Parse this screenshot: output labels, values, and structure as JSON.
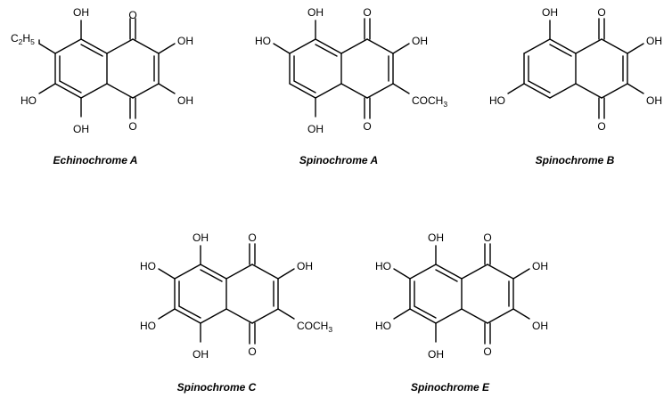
{
  "labels": {
    "OH": "OH",
    "HO": "HO",
    "O": "O",
    "C": "C",
    "H": "H",
    "two": "2",
    "five": "5",
    "COCH": "COCH",
    "three": "3"
  },
  "compounds": [
    {
      "name": "Echinochrome A"
    },
    {
      "name": "Spinochrome A"
    },
    {
      "name": "Spinochrome B"
    },
    {
      "name": "Spinochrome C"
    },
    {
      "name": "Spinochrome E"
    }
  ]
}
